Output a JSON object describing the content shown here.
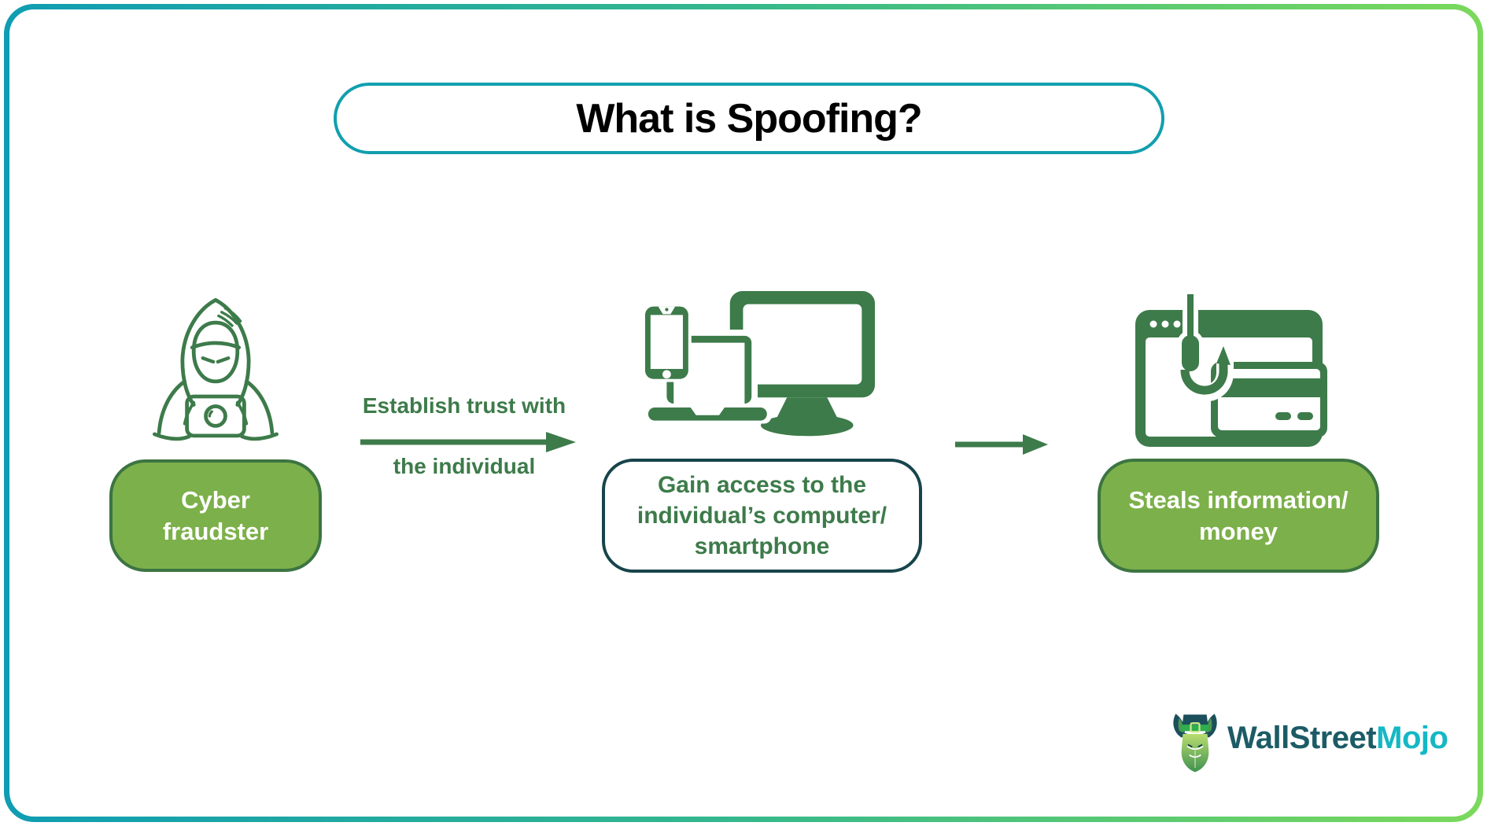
{
  "title": "What is Spoofing?",
  "step1": {
    "lines": [
      "Cyber",
      "fraudster"
    ]
  },
  "arrow1": {
    "line1": "Establish trust with",
    "line2": "the individual"
  },
  "step2": {
    "lines": [
      "Gain access to the",
      "individual’s computer/",
      "smartphone"
    ]
  },
  "step3": {
    "lines": [
      "Steals information/",
      "money"
    ]
  },
  "logo": {
    "brand_part1": "WallStreet",
    "brand_part2": "Mojo"
  },
  "icons": {
    "step1_icon": "hooded-hacker-with-laptop-icon",
    "step2_icon": "computer-laptop-smartphone-icon",
    "step3_icon": "browser-phishing-hook-credit-card-icon",
    "arrow_icon": "arrow-right-icon",
    "logo_icon": "bull-mascot-icon"
  },
  "colors": {
    "frame_gradient_start": "#0f9db3",
    "frame_gradient_end": "#7bd95b",
    "title_border_teal": "#129fae",
    "icon_green": "#3d7b4a",
    "pill_fill_green": "#7cb04a",
    "pill_border_green": "#3c7442",
    "center_box_border": "#17444b",
    "logo_dark_teal": "#1c5b66",
    "logo_cyan": "#15b8c4"
  }
}
